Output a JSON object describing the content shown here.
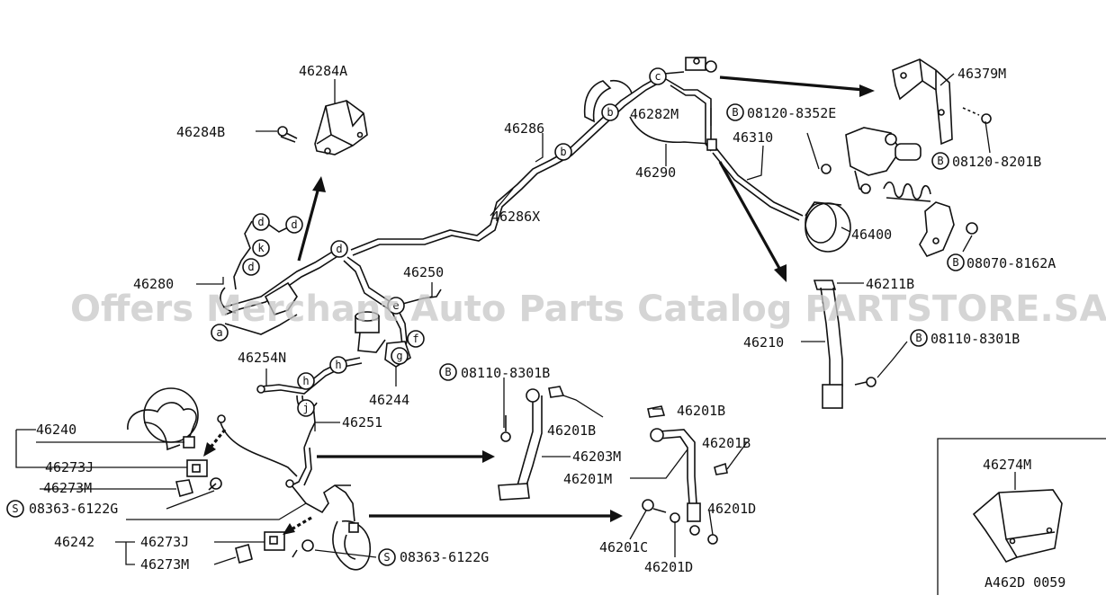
{
  "watermark": "Offers Merchant Auto Parts Catalog PARTSTORE.SA",
  "diagram_code": "A462D 0059",
  "part_labels": {
    "p46284A": "46284A",
    "p46284B": "46284B",
    "p46286": "46286",
    "p46282M": "46282M",
    "b08120_8352E": "08120-8352E",
    "p46379M": "46379M",
    "p46310": "46310",
    "p46290": "46290",
    "b08120_8201B": "08120-8201B",
    "p46286X": "46286X",
    "p46400": "46400",
    "b08070_8162A": "08070-8162A",
    "p46280": "46280",
    "p46250": "46250",
    "p46211B": "46211B",
    "p46210": "46210",
    "b08110_8301B_right": "08110-8301B",
    "p46254N": "46254N",
    "p46244": "46244",
    "b08110_8301B_mid": "08110-8301B",
    "p46240": "46240",
    "p46251": "46251",
    "p46201B_a": "46201B",
    "p46201B_b": "46201B",
    "p46201B_c": "46201B",
    "p46273J_top": "46273J",
    "p46203M": "46203M",
    "p46273M_top": "46273M",
    "p46201M": "46201M",
    "s08363_6122G_left": "08363-6122G",
    "p46201D_a": "46201D",
    "p46242": "46242",
    "p46273J_bot": "46273J",
    "p46201C": "46201C",
    "s08363_6122G_right": "08363-6122G",
    "p46273M_bot": "46273M",
    "p46201D_b": "46201D",
    "p46274M": "46274M"
  },
  "prefix_symbols": {
    "bolt": "B",
    "screw": "S"
  },
  "callout_letters": [
    "a",
    "b",
    "c",
    "d",
    "e",
    "f",
    "g",
    "h",
    "j",
    "k"
  ]
}
